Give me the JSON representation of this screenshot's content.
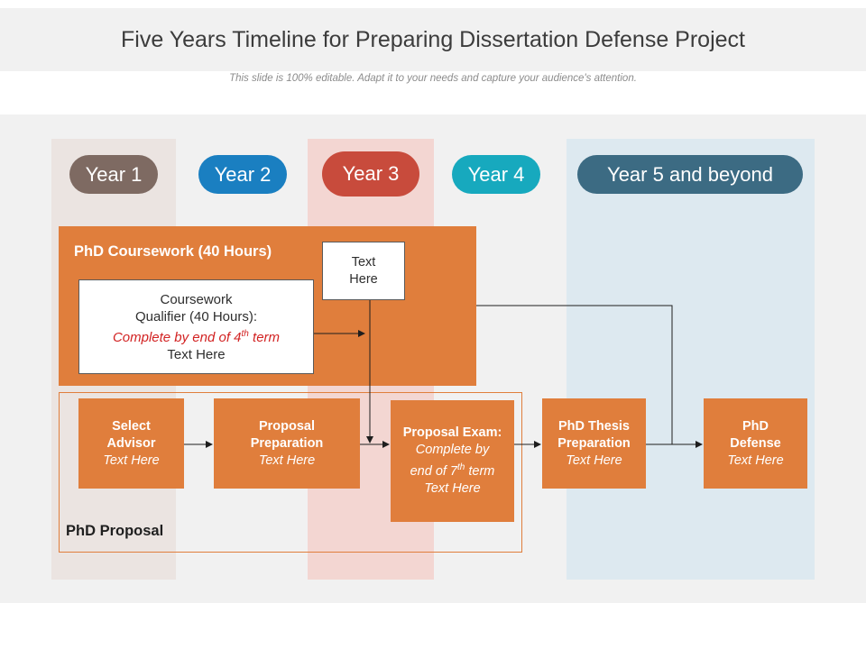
{
  "header": {
    "title": "Five Years Timeline for Preparing Dissertation Defense Project",
    "subtitle": "This slide is 100% editable. Adapt it to your needs and capture your audience's attention."
  },
  "years": [
    {
      "label": "Year 1",
      "color": "#7e6a62"
    },
    {
      "label": "Year 2",
      "color": "#1a7fc1"
    },
    {
      "label": "Year 3",
      "color": "#c84b3c"
    },
    {
      "label": "Year 4",
      "color": "#17a9be"
    },
    {
      "label": "Year 5 and beyond",
      "color": "#3c6b83"
    }
  ],
  "coursework": {
    "title": "PhD Coursework (40 Hours)",
    "qualifier": {
      "line1": "Coursework",
      "line2": "Qualifier (40 Hours):",
      "line3_pre": "Complete by end of 4",
      "line3_sup": "th",
      "line3_post": " term",
      "line4": "Text Here"
    },
    "textbox": {
      "line1": "Text",
      "line2": "Here"
    }
  },
  "proposal": {
    "label": "PhD Proposal"
  },
  "steps": {
    "advisor": {
      "title1": "Select",
      "title2": "Advisor",
      "sub": "Text Here"
    },
    "prep": {
      "title1": "Proposal",
      "title2": "Preparation",
      "sub": "Text Here"
    },
    "exam": {
      "title": "Proposal Exam:",
      "sub1": "Complete by",
      "sub2_pre": "end of 7",
      "sub2_sup": "th",
      "sub2_post": " term",
      "sub3": "Text Here"
    },
    "thesis": {
      "title1": "PhD Thesis",
      "title2": "Preparation",
      "sub": "Text Here"
    },
    "defense": {
      "title1": "PhD",
      "title2": "Defense",
      "sub": "Text Here"
    }
  },
  "colors": {
    "accent_orange": "#e07e3c",
    "qualifier_red": "#d22323",
    "col_year1": "#ebe4e1",
    "col_year3": "#f3d6d2",
    "col_year5": "#dde9f0"
  }
}
